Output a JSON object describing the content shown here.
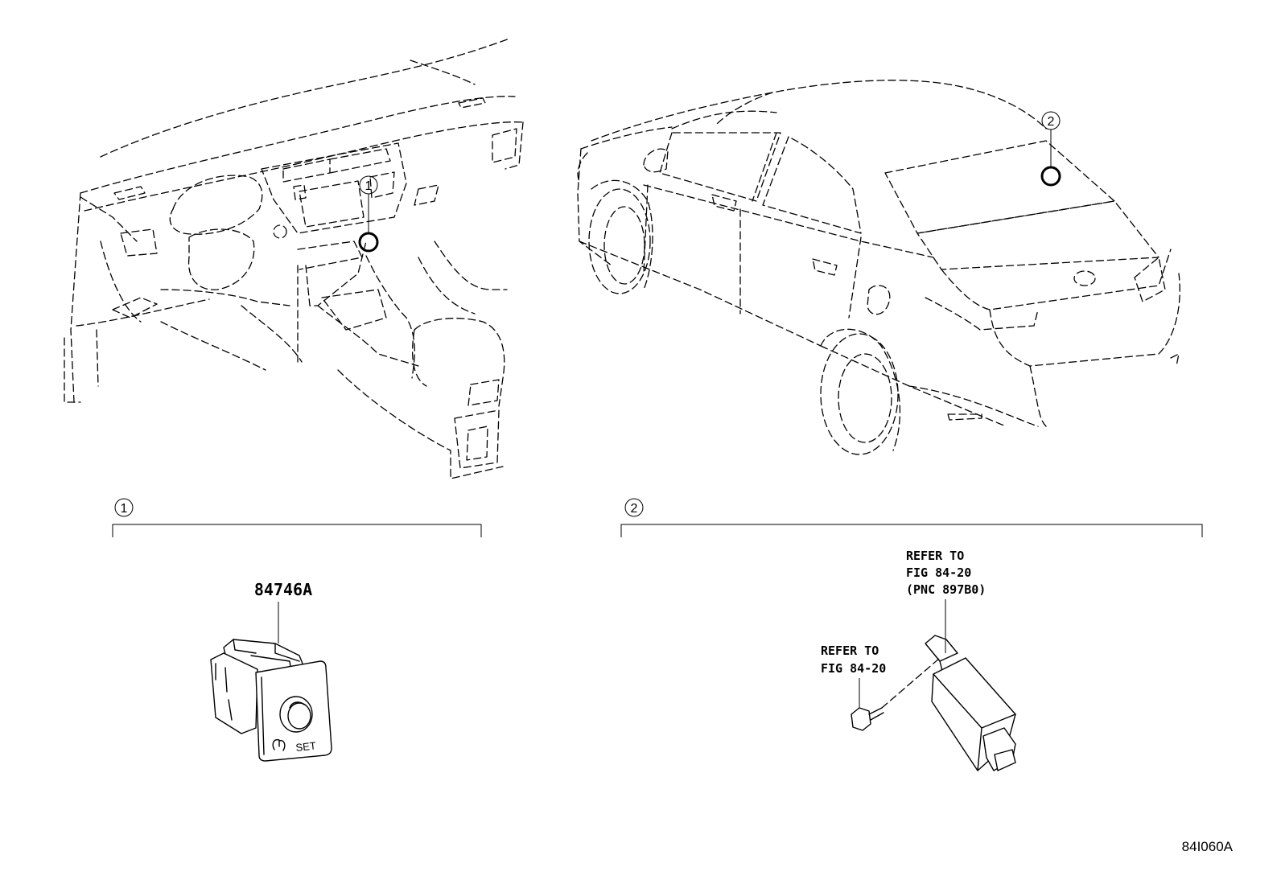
{
  "callouts": {
    "one": "1",
    "two": "2"
  },
  "parts": {
    "switch_part_number": "84746A",
    "switch_button_text": "SET"
  },
  "references": {
    "unit_line1": "REFER TO",
    "unit_line2": "FIG 84-20",
    "unit_line3": "(PNC 897B0)",
    "bolt_line1": "REFER TO",
    "bolt_line2": "FIG 84-20"
  },
  "figure_id": "84I060A"
}
